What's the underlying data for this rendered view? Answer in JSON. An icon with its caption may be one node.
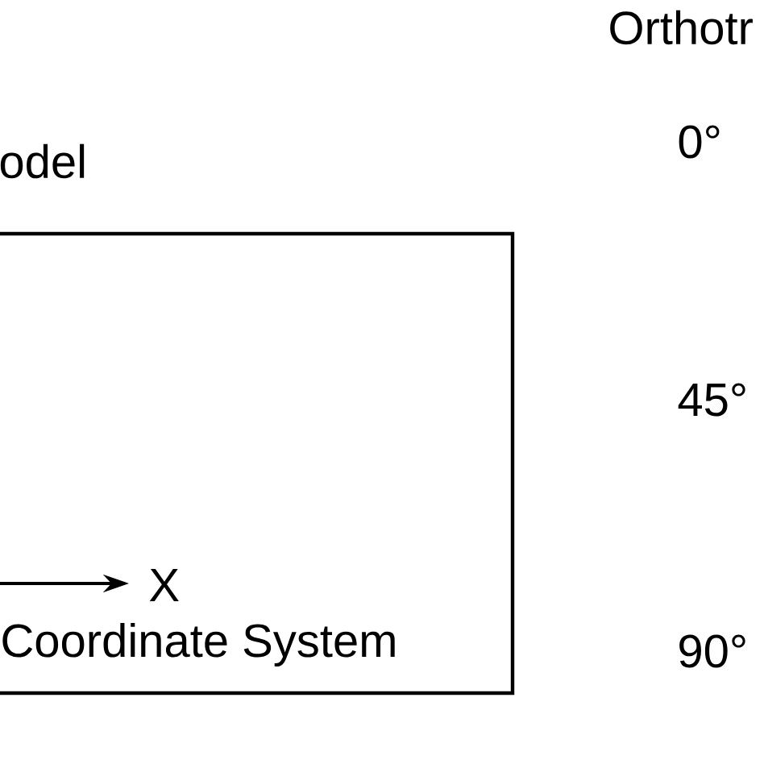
{
  "diagram": {
    "nodes": [
      {
        "text": [
          "X",
          "Coordinate System"
        ]
      }
    ],
    "labels": [
      "Orthotr",
      "0°",
      "odel",
      "45°",
      "90°"
    ]
  }
}
